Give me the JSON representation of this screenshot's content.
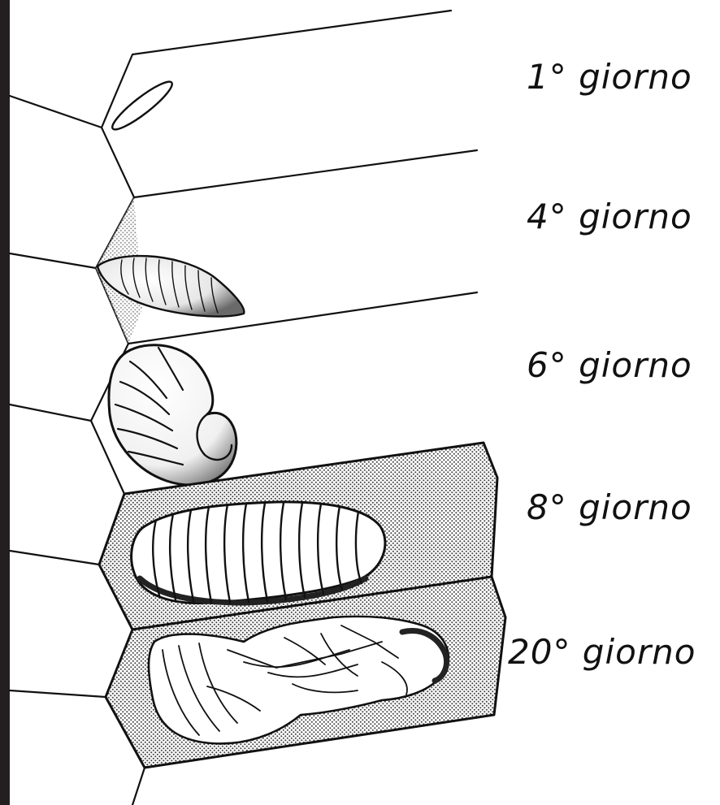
{
  "stages": [
    {
      "label": "1° giorno"
    },
    {
      "label": "4° giorno"
    },
    {
      "label": "6° giorno"
    },
    {
      "label": "8° giorno"
    },
    {
      "label": "20° giorno"
    }
  ],
  "colors": {
    "ink": "#111111",
    "left_bar": "#231f20",
    "stipple": "#6f6f6f"
  }
}
